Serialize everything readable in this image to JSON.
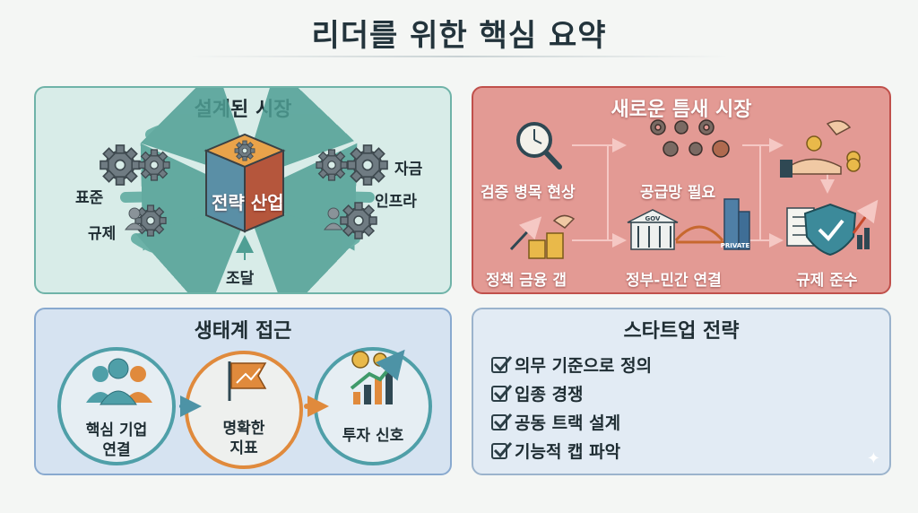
{
  "title": "리더를 위한 핵심 요약",
  "designed_market": {
    "title": "설계된 시장",
    "center_label": "전략 산업",
    "inputs": [
      "표준",
      "규제",
      "자금",
      "인프라",
      "조달"
    ]
  },
  "niche_market": {
    "title": "새로운 틈새 시장",
    "items": [
      "검증 병목 현상",
      "공급망 필요",
      "정책 금융 갭",
      "정부-민간 연결",
      "규제 준수"
    ],
    "icon_labels": [
      "GOV",
      "PRIVATE"
    ]
  },
  "ecosystem": {
    "title": "생태계 접근",
    "steps": [
      "핵심 기업 연결",
      "명확한 지표",
      "투자 신호"
    ]
  },
  "startup": {
    "title": "스타트업 전략",
    "items": [
      "의무 기준으로 정의",
      "입종 경쟁",
      "공동 트랙 설계",
      "기능적 캡 파악"
    ]
  },
  "colors": {
    "teal": "#6fb3a8",
    "red": "#c0504b",
    "blue": "#88a9cf",
    "orange": "#e08a3c"
  }
}
